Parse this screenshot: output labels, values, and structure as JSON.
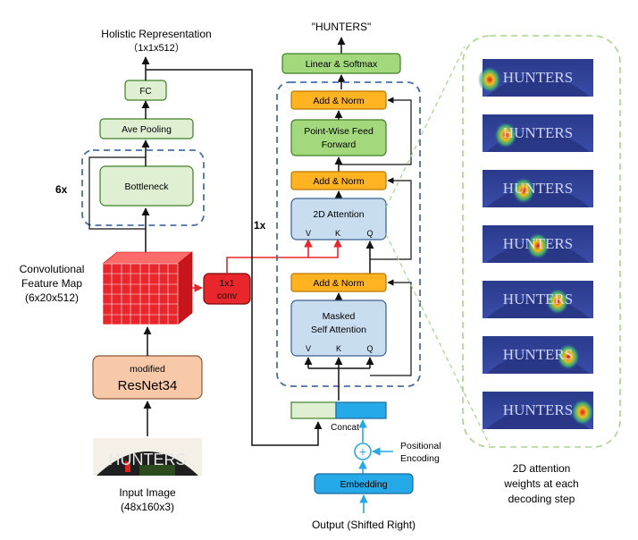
{
  "colors": {
    "green": "#a3d97c",
    "green_stroke": "#3f7f27",
    "light_green": "#dff0d2",
    "orange": "#ffb320",
    "orange_stroke": "#b87700",
    "blue_box": "#c9ddf0",
    "blue_stroke": "#3a5f8d",
    "salmon": "#f8c9a9",
    "red": "#e8262c",
    "cyan": "#25a9e8",
    "dashed_blue": "#4a6fa5",
    "dashed_green": "#a6d68b",
    "arrow": "#111111",
    "red_arrow": "#e8262c"
  },
  "left_branch": {
    "holistic_title": "Holistic Representation",
    "holistic_dims": "（1x1x512）",
    "fc": "FC",
    "ave_pooling": "Ave Pooling",
    "bottleneck": "Bottleneck",
    "repeat": "6x",
    "feature_map_line1": "Convolutional",
    "feature_map_line2": "Feature Map",
    "feature_map_line3": "(6x20x512)",
    "conv_line1": "1x1",
    "conv_line2": "conv",
    "resnet_line1": "modified",
    "resnet_line2": "ResNet34",
    "input_caption_line1": "Input Image",
    "input_caption_line2": "(48x160x3)",
    "input_text": "HUNTERS"
  },
  "decoder": {
    "output_label": "\"HUNTERS\"",
    "linear_softmax": "Linear & Softmax",
    "add_norm_top": "Add & Norm",
    "ffn_line1": "Point-Wise Feed",
    "ffn_line2": "Forward",
    "add_norm_mid": "Add & Norm",
    "attn2d": "2D Attention",
    "add_norm_low": "Add & Norm",
    "masked_line1": "Masked",
    "masked_line2": "Self Attention",
    "repeat": "1x",
    "port_v": "V",
    "port_k": "K",
    "port_q": "Q",
    "concat": "Concat",
    "positional_line1": "Positional",
    "positional_line2": "Encoding",
    "plus_symbol": "+",
    "embedding": "Embedding",
    "output_shifted": "Output (Shifted Right)"
  },
  "attention_panel": {
    "thumb_text": "HUNTERS",
    "caption_line1": "2D attention",
    "caption_line2": "weights at each",
    "caption_line3": "decoding step",
    "steps": 7
  }
}
